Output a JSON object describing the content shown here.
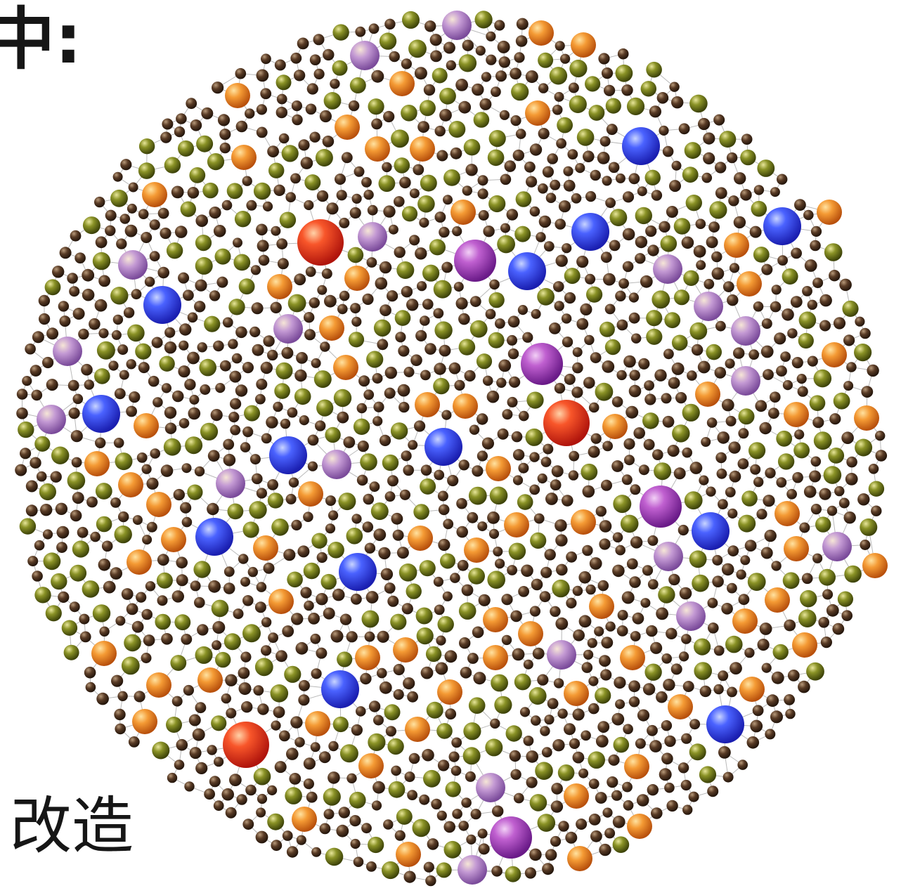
{
  "texts": {
    "top_left": "中:",
    "bottom_left": "改造"
  },
  "legend_colors": {
    "background": "#ffffff",
    "edge": "#a8a8a8",
    "hub_red": "#f0321c",
    "hub_blue": "#3a4cf0",
    "hub_purple": "#b04ec8",
    "node_lavender": "#b98ccf",
    "node_orange": "#f08a28",
    "node_olive": "#6f7a1c",
    "node_brown": "#4a3222"
  },
  "network": {
    "shape": "circle",
    "node_types": [
      "red-hub",
      "blue-hub",
      "purple-hub",
      "lavender",
      "orange",
      "olive",
      "brown"
    ]
  }
}
